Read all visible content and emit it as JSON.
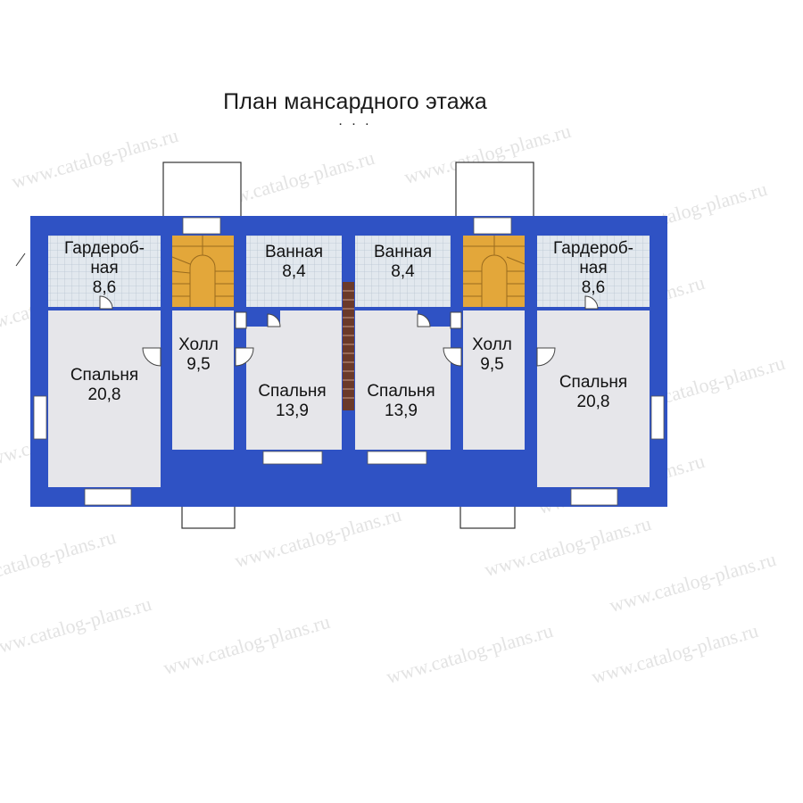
{
  "title": "План мансардного этажа",
  "title_dots": ". . .",
  "colors": {
    "wall": "#2f52c4",
    "room": "#e6e6ea",
    "wet_room": "#dfe5ec",
    "stairs": "#e3a73a",
    "window": "#ffffff",
    "partition": "#6b3a2a"
  },
  "watermark": "www.catalog-plans.ru",
  "rooms": {
    "wardrobe_left": {
      "name": "Гардероб-\nная",
      "area": "8,6"
    },
    "bath_left": {
      "name": "Ванная",
      "area": "8,4"
    },
    "bath_right": {
      "name": "Ванная",
      "area": "8,4"
    },
    "wardrobe_right": {
      "name": "Гардероб-\nная",
      "area": "8,6"
    },
    "hall_left": {
      "name": "Холл",
      "area": "9,5"
    },
    "hall_right": {
      "name": "Холл",
      "area": "9,5"
    },
    "bedroom_left": {
      "name": "Спальня",
      "area": "20,8"
    },
    "bedroom_mid_left": {
      "name": "Спальня",
      "area": "13,9"
    },
    "bedroom_mid_right": {
      "name": "Спальня",
      "area": "13,9"
    },
    "bedroom_right": {
      "name": "Спальня",
      "area": "20,8"
    }
  }
}
